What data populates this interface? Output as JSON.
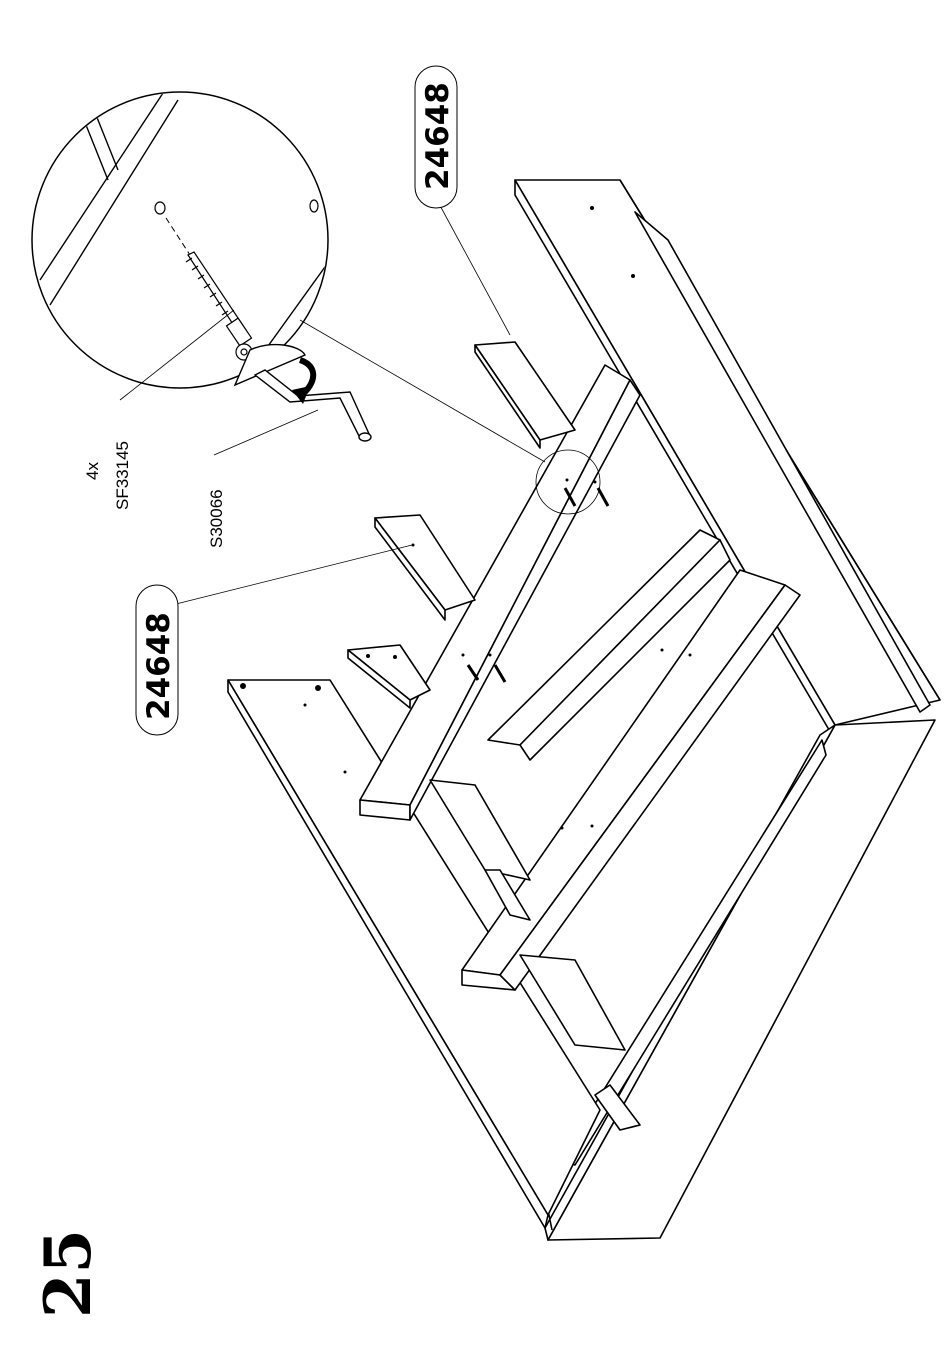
{
  "step_number": "25",
  "part_labels": {
    "top": "24648",
    "left": "24648"
  },
  "callout": {
    "quantity": "4x",
    "screw_code": "SF33145",
    "tool_code": "S30066"
  },
  "colors": {
    "ink": "#000000",
    "paper": "#ffffff",
    "pill_fill": "#ffffff"
  }
}
